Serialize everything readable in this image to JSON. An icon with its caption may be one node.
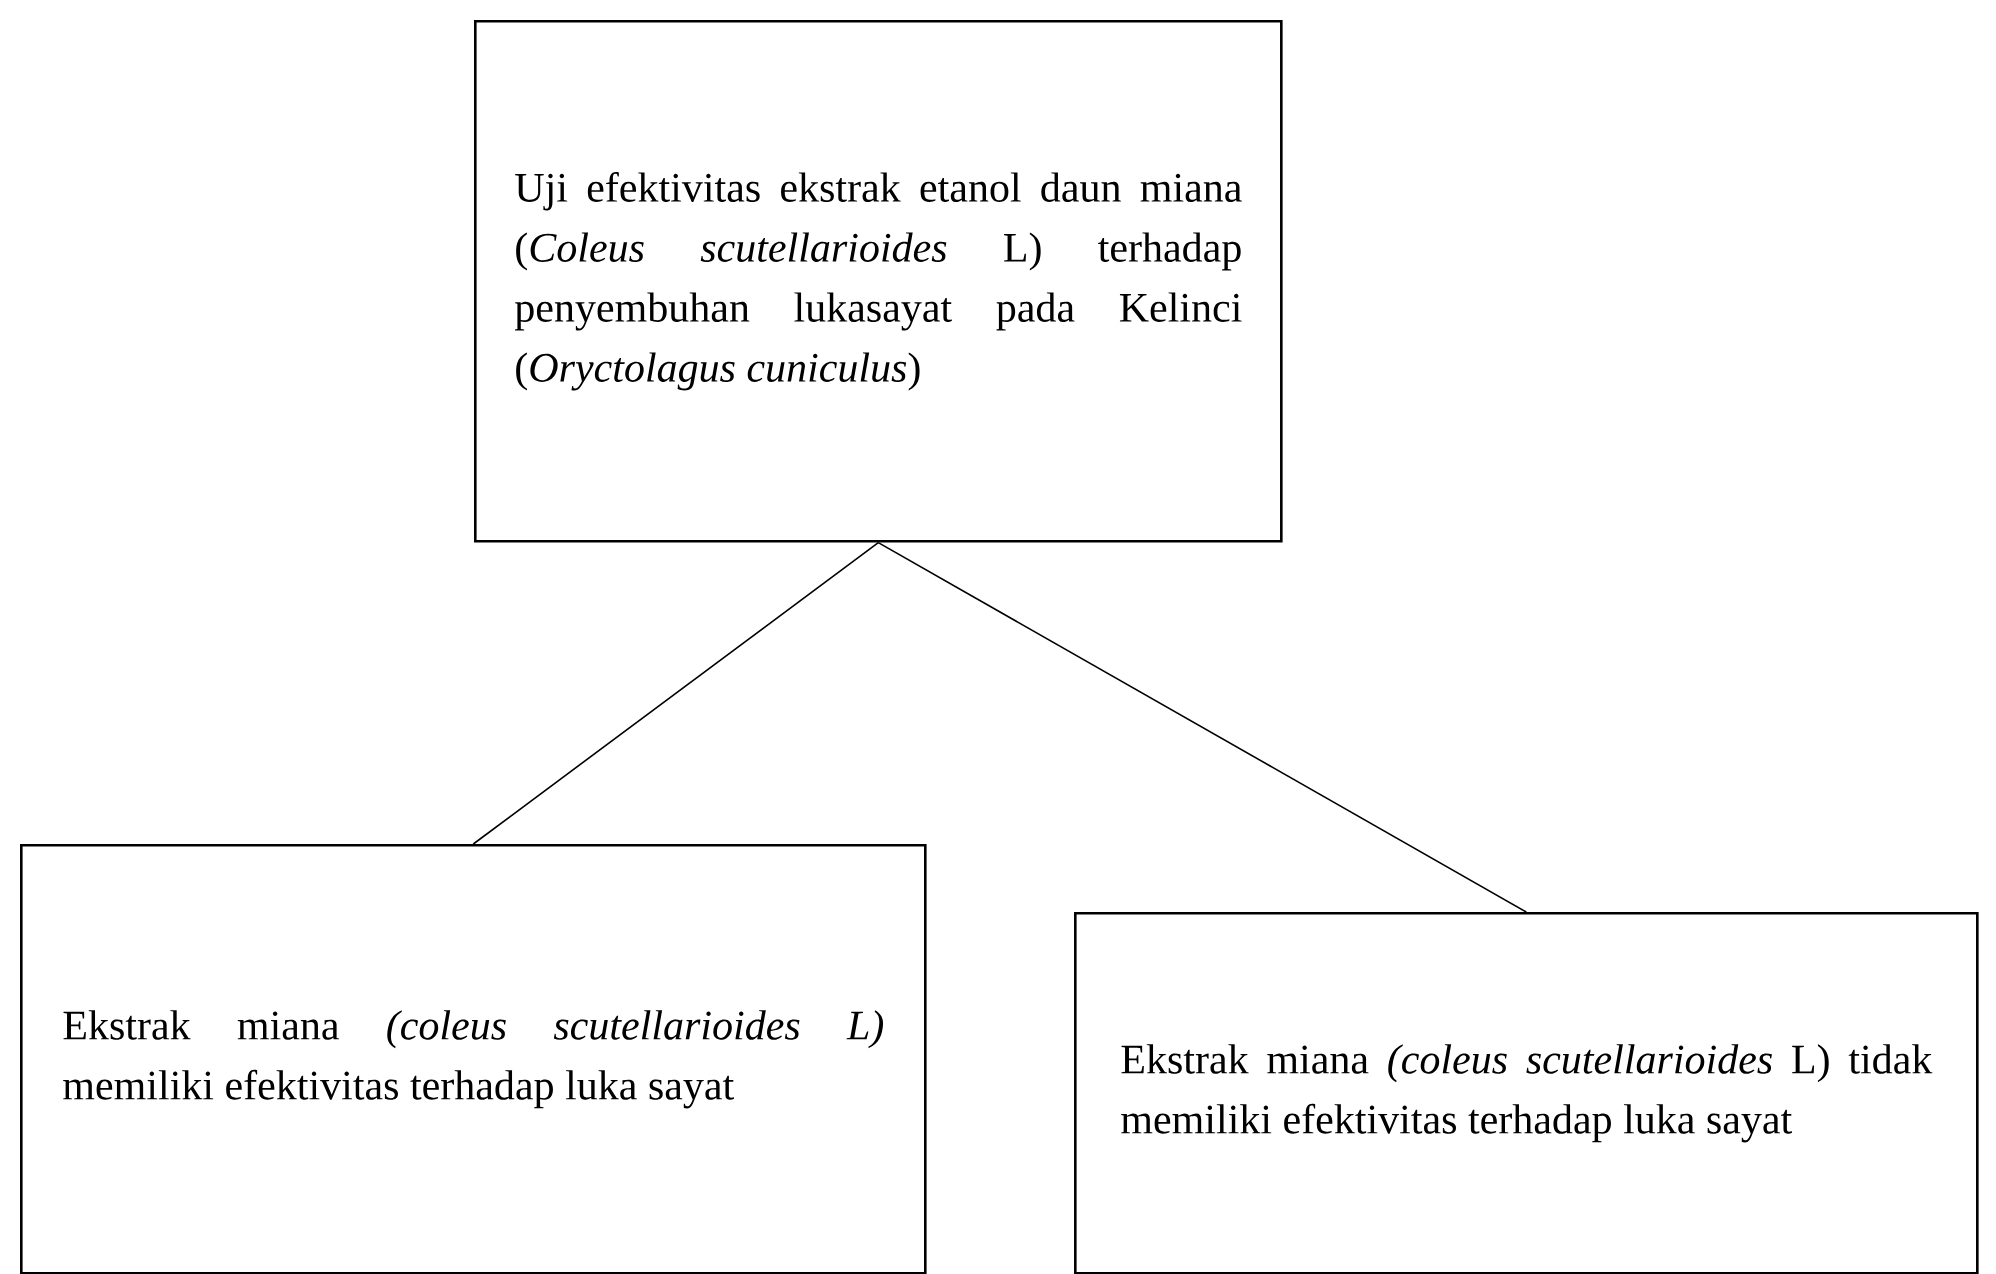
{
  "diagram": {
    "nodes": [
      {
        "text": [
          "Uji efektivitas ekstrak etanol daun miana (*Coleus scutellarioides* L) terhadap penyembuhan lukasayat pada Kelinci (*Oryctolagus cuniculus*)"
        ]
      },
      {
        "text": [
          "Ekstrak miana *(coleus scutellarioides L)* memiliki efektivitas terhadap luka sayat"
        ]
      },
      {
        "text": [
          "Ekstrak miana *(coleus scutellarioides* L) tidak memiliki efektivitas terhadap luka sayat"
        ]
      }
    ],
    "edges": [
      {
        "from": 0,
        "to": 1,
        "arrow": "none"
      },
      {
        "from": 0,
        "to": 2,
        "arrow": "none"
      }
    ]
  }
}
